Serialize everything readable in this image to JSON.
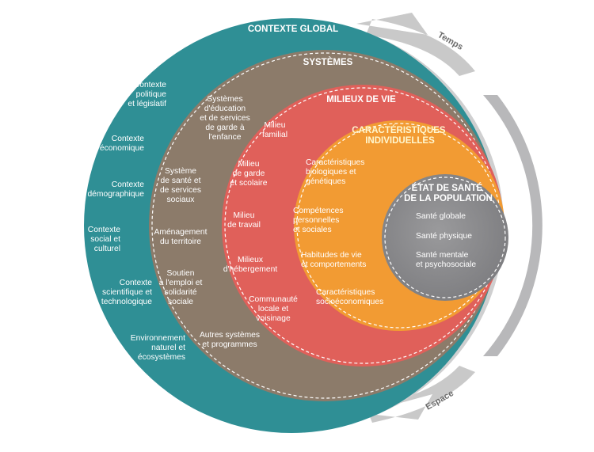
{
  "rings": {
    "global": {
      "title": "CONTEXTE GLOBAL",
      "items": [
        [
          "Contexte",
          "politique",
          "et législatif"
        ],
        [
          "Contexte",
          "économique"
        ],
        [
          "Contexte",
          "démographique"
        ],
        [
          "Contexte",
          "social et",
          "culturel"
        ],
        [
          "Contexte",
          "scientifique et",
          "technologique"
        ],
        [
          "Environnement",
          "naturel et",
          "écosystèmes"
        ]
      ],
      "color": "#2f8f95"
    },
    "systemes": {
      "title": "SYSTÈMES",
      "items": [
        [
          "Systèmes",
          "d'éducation",
          "et de services",
          "de garde à",
          "l'enfance"
        ],
        [
          "Système",
          "de santé et",
          "de services",
          "sociaux"
        ],
        [
          "Aménagement",
          "du territoire"
        ],
        [
          "Soutien",
          "à l'emploi et",
          "solidarité",
          "sociale"
        ],
        [
          "Autres systèmes",
          "et programmes"
        ]
      ],
      "color": "#8c7b6a"
    },
    "milieux": {
      "title": "MILIEUX DE VIE",
      "items": [
        [
          "Milieu",
          "familial"
        ],
        [
          "Milieu",
          "de garde",
          "et scolaire"
        ],
        [
          "Milieu",
          "de travail"
        ],
        [
          "Milieux",
          "d'hébergement"
        ],
        [
          "Communauté",
          "locale et",
          "voisinage"
        ]
      ],
      "color": "#e0605a"
    },
    "individuelles": {
      "title": [
        "CARACTÉRISTIQUES",
        "INDIVIDUELLES"
      ],
      "items": [
        [
          "Caractéristiques",
          "biologiques et",
          "génétiques"
        ],
        [
          "Compétences",
          "personnelles",
          "et sociales"
        ],
        [
          "Habitudes de vie",
          "et comportements"
        ],
        [
          "Caractéristiques",
          "socioéconomiques"
        ]
      ],
      "color": "#f29b33"
    },
    "etat": {
      "title": [
        "ÉTAT DE SANTÉ",
        "DE LA POPULATION"
      ],
      "items": [
        [
          "Santé globale"
        ],
        [
          "Santé physique"
        ],
        [
          "Santé mentale",
          "et psychosociale"
        ]
      ],
      "color": "#8d8d8f"
    }
  },
  "arrows": {
    "top_label": "Temps",
    "bottom_label": "Espace",
    "color": "#c6c6c6"
  }
}
